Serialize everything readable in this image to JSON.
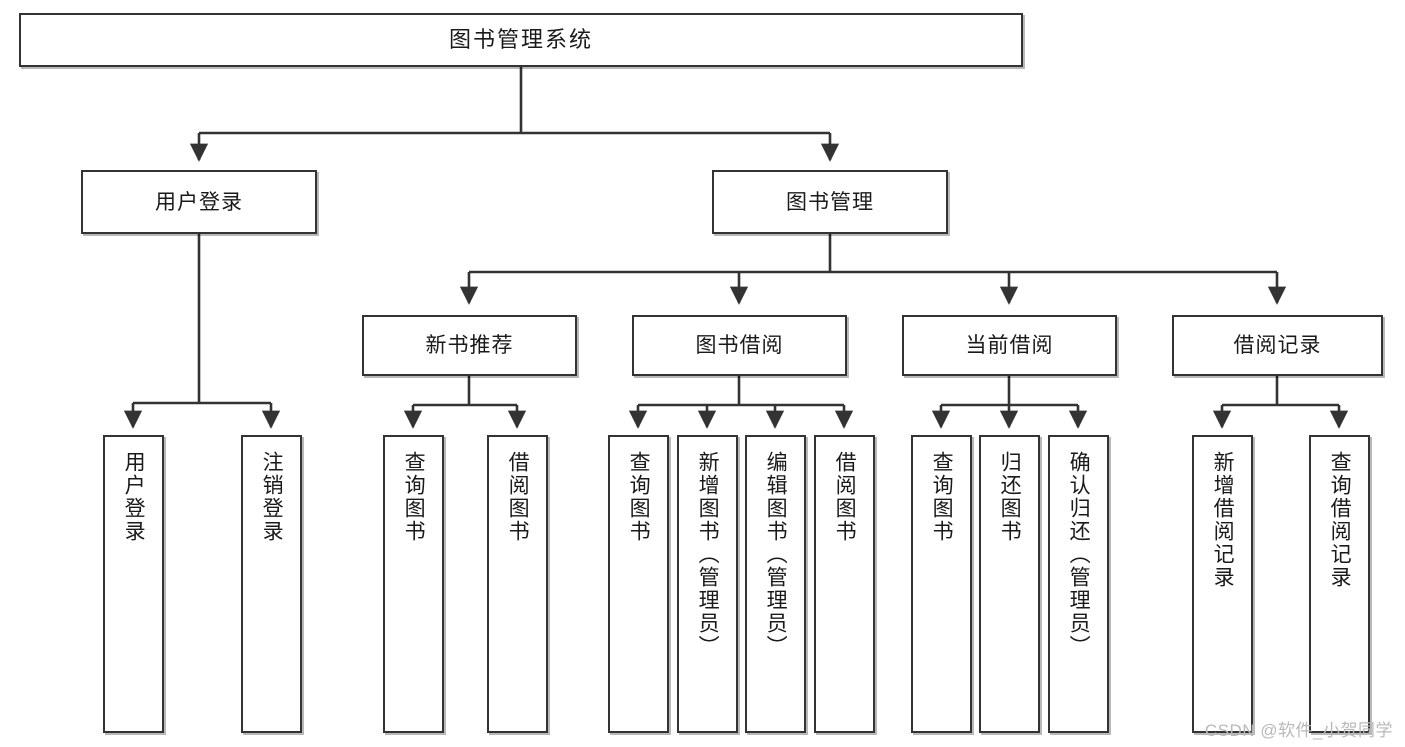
{
  "diagram": {
    "title": "图书管理系统",
    "watermark": "CSDN @软件_小贺同学",
    "line_color": "#333333",
    "box_fill": "#ffffff",
    "text_color": "#1a1a1a",
    "root": {
      "label": "图书管理系统"
    },
    "level2": [
      {
        "label": "用户登录"
      },
      {
        "label": "图书管理"
      }
    ],
    "level3": [
      {
        "label": "新书推荐"
      },
      {
        "label": "图书借阅"
      },
      {
        "label": "当前借阅"
      },
      {
        "label": "借阅记录"
      }
    ],
    "leaves": {
      "user_login": [
        {
          "label": "用户登录"
        },
        {
          "label": "注销登录"
        }
      ],
      "new_book_recommend": [
        {
          "label": "查询图书"
        },
        {
          "label": "借阅图书"
        }
      ],
      "book_borrow": [
        {
          "label": "查询图书"
        },
        {
          "label": "新增图书（管理员）"
        },
        {
          "label": "编辑图书（管理员）"
        },
        {
          "label": "借阅图书"
        }
      ],
      "current_borrow": [
        {
          "label": "查询图书"
        },
        {
          "label": "归还图书"
        },
        {
          "label": "确认归还（管理员）"
        }
      ],
      "borrow_record": [
        {
          "label": "新增借阅记录"
        },
        {
          "label": "查询借阅记录"
        }
      ]
    }
  }
}
